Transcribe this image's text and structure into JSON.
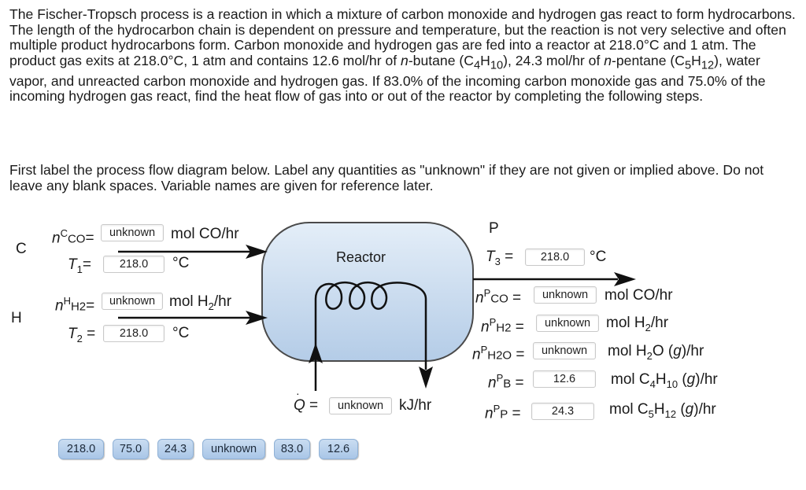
{
  "problem": {
    "paragraph_html": "The Fischer-Tropsch process is a reaction in which a mixture of carbon monoxide and hydrogen gas react to form hydrocarbons. The length of the hydrocarbon chain is dependent on pressure and temperature, but the reaction is not very selective and often multiple product hydrocarbons form. Carbon monoxide and hydrogen gas are fed into a reactor at 218.0°C and 1 atm. The product gas exits at 218.0°C, 1 atm and contains 12.6 mol/hr of <i>n</i>-butane (C<sub>4</sub>H<sub>10</sub>), 24.3 mol/hr of <i>n</i>-pentane (C<sub>5</sub>H<sub>12</sub>), water vapor, and unreacted carbon monoxide and hydrogen gas. If 83.0% of the incoming carbon monoxide gas and 75.0% of the incoming hydrogen gas react, find the heat flow of gas into or out of the reactor by completing the following steps.",
    "instruction": "First label the process flow diagram below. Label any quantities as \"unknown\" if they are not given or implied above. Do not leave any blank spaces. Variable names are given for reference later."
  },
  "diagram": {
    "reactor_label": "Reactor",
    "stream_c": "C",
    "stream_h": "H",
    "stream_p": "P",
    "inputs": {
      "n_co": "unknown",
      "t1": "218.0",
      "n_h2": "unknown",
      "t2": "218.0",
      "t3": "218.0",
      "np_co": "unknown",
      "np_h2": "unknown",
      "np_h2o": "unknown",
      "np_b": "12.6",
      "np_p": "24.3",
      "q": "unknown"
    },
    "units": {
      "mol_co_hr": "mol CO/hr",
      "deg_c": "°C",
      "kj_hr": "kJ/hr"
    }
  },
  "answer_bank": [
    "218.0",
    "75.0",
    "24.3",
    "unknown",
    "83.0",
    "12.6"
  ]
}
